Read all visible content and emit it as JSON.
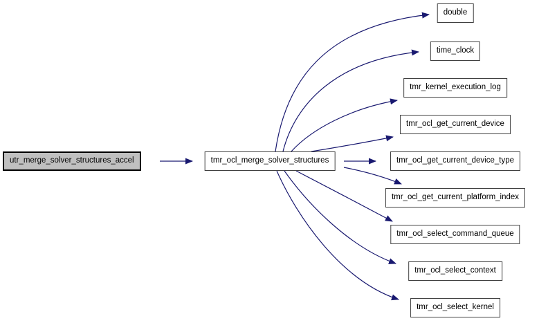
{
  "diagram": {
    "type": "call-graph",
    "root": {
      "label": "utr_merge_solver_structures_accel"
    },
    "intermediate": {
      "label": "tmr_ocl_merge_solver_structures"
    },
    "callees": [
      {
        "label": "double"
      },
      {
        "label": "time_clock"
      },
      {
        "label": "tmr_kernel_execution_log"
      },
      {
        "label": "tmr_ocl_get_current_device"
      },
      {
        "label": "tmr_ocl_get_current_device_type"
      },
      {
        "label": "tmr_ocl_get_current_platform_index"
      },
      {
        "label": "tmr_ocl_select_command_queue"
      },
      {
        "label": "tmr_ocl_select_context"
      },
      {
        "label": "tmr_ocl_select_kernel"
      }
    ],
    "edges": [
      {
        "from": "utr_merge_solver_structures_accel",
        "to": "tmr_ocl_merge_solver_structures"
      },
      {
        "from": "tmr_ocl_merge_solver_structures",
        "to": "double"
      },
      {
        "from": "tmr_ocl_merge_solver_structures",
        "to": "time_clock"
      },
      {
        "from": "tmr_ocl_merge_solver_structures",
        "to": "tmr_kernel_execution_log"
      },
      {
        "from": "tmr_ocl_merge_solver_structures",
        "to": "tmr_ocl_get_current_device"
      },
      {
        "from": "tmr_ocl_merge_solver_structures",
        "to": "tmr_ocl_get_current_device_type"
      },
      {
        "from": "tmr_ocl_merge_solver_structures",
        "to": "tmr_ocl_get_current_platform_index"
      },
      {
        "from": "tmr_ocl_merge_solver_structures",
        "to": "tmr_ocl_select_command_queue"
      },
      {
        "from": "tmr_ocl_merge_solver_structures",
        "to": "tmr_ocl_select_context"
      },
      {
        "from": "tmr_ocl_merge_solver_structures",
        "to": "tmr_ocl_select_kernel"
      }
    ],
    "colors": {
      "arrow": "#191970",
      "root_fill": "#c0c0c0",
      "node_fill": "#ffffff",
      "node_border": "#404040",
      "root_border": "#000000",
      "text": "#000000"
    }
  }
}
